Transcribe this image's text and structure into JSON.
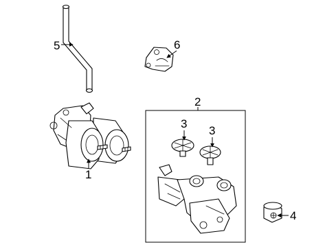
{
  "callouts": {
    "c1": "1",
    "c2": "2",
    "c3a": "3",
    "c3b": "3",
    "c4": "4",
    "c5": "5",
    "c6": "6"
  }
}
